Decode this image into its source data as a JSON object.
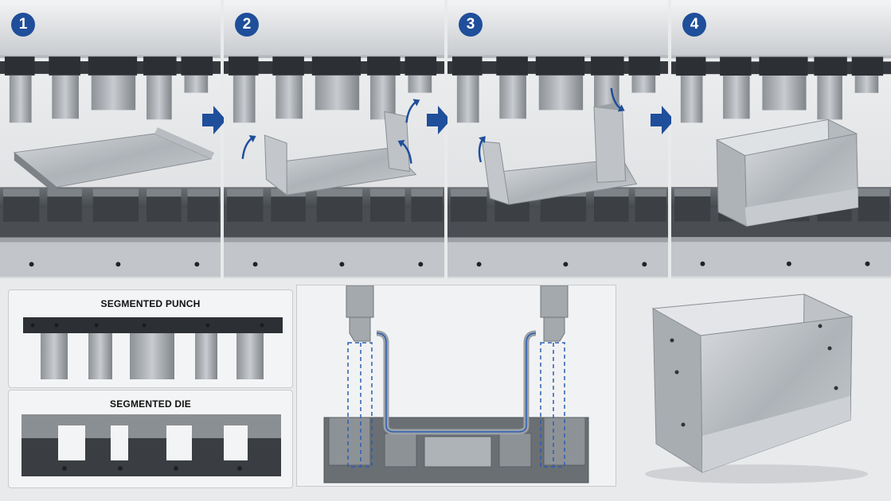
{
  "steps": [
    {
      "number": "1"
    },
    {
      "number": "2"
    },
    {
      "number": "3"
    },
    {
      "number": "4"
    }
  ],
  "labels": {
    "segmented_punch": "SEGMENTED PUNCH",
    "segmented_die": "SEGMENTED DIE"
  },
  "colors": {
    "badge": "#1f4e9a",
    "arrow": "#1f4e9a",
    "section_outline": "#2b5fb3",
    "steel": "#9aa0a6"
  },
  "icons": [
    "step-arrow-icon",
    "bend-arrow-icon"
  ]
}
